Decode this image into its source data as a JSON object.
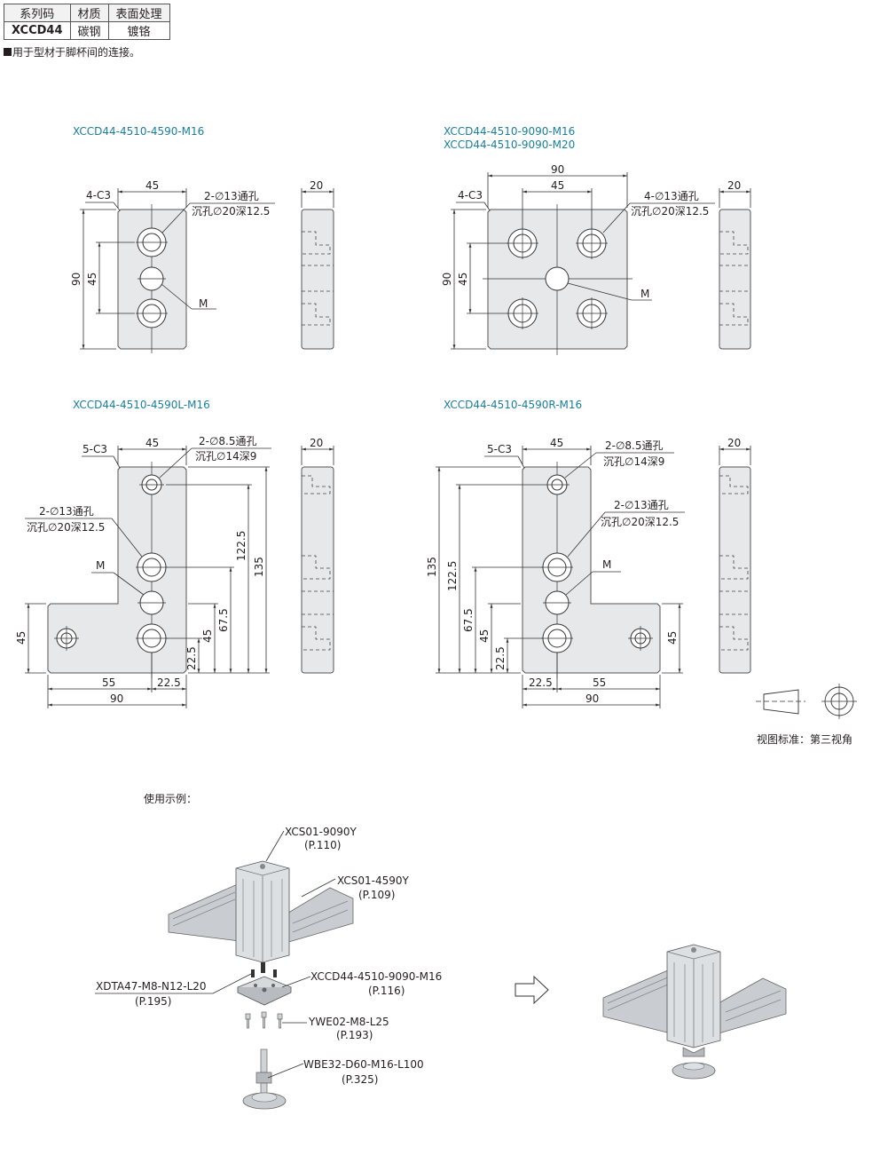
{
  "spec_table": {
    "headers": [
      "系列码",
      "材质",
      "表面处理"
    ],
    "row": [
      "XCCD44",
      "碳钢",
      "镀铬"
    ]
  },
  "note": "用于型材于脚杯间的连接。",
  "views": {
    "v1": {
      "code": "XCCD44-4510-4590-M16",
      "chamfer": "4-C3",
      "w": "45",
      "h_total": "90",
      "h_mid": "45",
      "side": "20",
      "hole_line1": "2-∅13通孔",
      "hole_line2": "沉孔∅20深12.5",
      "m": "M"
    },
    "v2": {
      "code1": "XCCD44-4510-9090-M16",
      "code2": "XCCD44-4510-9090-M20",
      "chamfer": "4-C3",
      "w_total": "90",
      "w_mid": "45",
      "h_total": "90",
      "h_mid": "45",
      "side": "20",
      "hole_line1": "4-∅13通孔",
      "hole_line2": "沉孔∅20深12.5",
      "m": "M"
    },
    "v3": {
      "code": "XCCD44-4510-4590L-M16",
      "chamfer": "5-C3",
      "w_top": "45",
      "side": "20",
      "small_line1": "2-∅8.5通孔",
      "small_line2": "沉孔∅14深9",
      "big_line1": "2-∅13通孔",
      "big_line2": "沉孔∅20深12.5",
      "m": "M",
      "d135": "135",
      "d1225": "122.5",
      "d675": "67.5",
      "d45r": "45",
      "d225r": "22.5",
      "d45l": "45",
      "d55": "55",
      "d225b": "22.5",
      "d90": "90"
    },
    "v4": {
      "code": "XCCD44-4510-4590R-M16",
      "chamfer": "5-C3",
      "w_top": "45",
      "side": "20",
      "small_line1": "2-∅8.5通孔",
      "small_line2": "沉孔∅14深9",
      "big_line1": "2-∅13通孔",
      "big_line2": "沉孔∅20深12.5",
      "m": "M",
      "d135": "135",
      "d1225": "122.5",
      "d675": "67.5",
      "d45l": "45",
      "d225l": "22.5",
      "d45r": "45",
      "d225b": "22.5",
      "d55": "55",
      "d90": "90"
    }
  },
  "projection": "视图标准：第三视角",
  "example": {
    "title": "使用示例：",
    "labels": [
      {
        "code": "XCS01-9090Y",
        "page": "(P.110)"
      },
      {
        "code": "XCS01-4590Y",
        "page": "(P.109)"
      },
      {
        "code": "XDTA47-M8-N12-L20",
        "page": "(P.195)"
      },
      {
        "code": "XCCD44-4510-9090-M16",
        "page": "(P.116)"
      },
      {
        "code": "YWE02-M8-L25",
        "page": "(P.193)"
      },
      {
        "code": "WBE32-D60-M16-L100",
        "page": "(P.325)"
      }
    ]
  }
}
